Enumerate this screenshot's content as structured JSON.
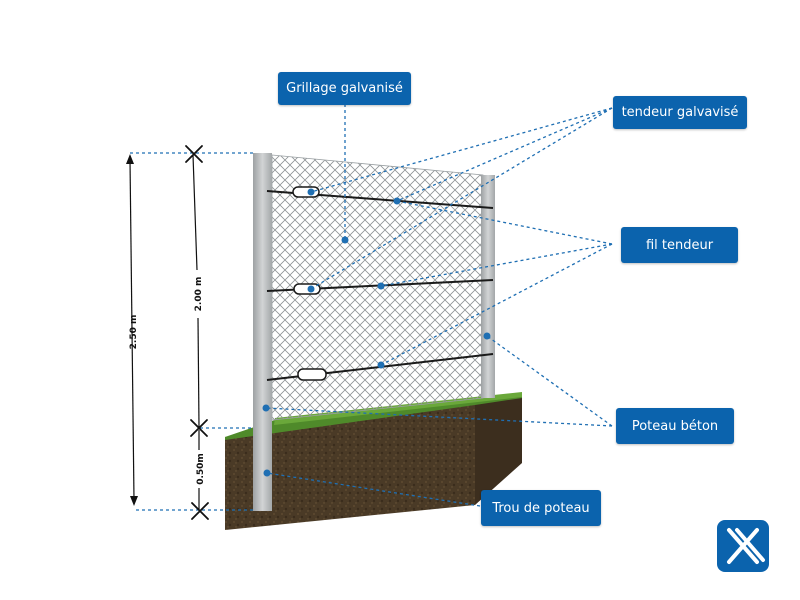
{
  "labels": {
    "grillage": "Grillage galvanisé",
    "tendeur": "tendeur galvavisé",
    "fil": "fil tendeur",
    "poteau": "Poteau béton",
    "trou": "Trou de poteau"
  },
  "dimensions": {
    "total": "2.50 m",
    "above_ground": "2.00 m",
    "below_ground": "0.50m"
  },
  "logo_icon": "brand-logo-icon",
  "colors": {
    "callout": "#0b63ad",
    "leader": "#1f6fb3",
    "post": "#b9bcbd",
    "grass": "#4f8a2a",
    "soil": "#4a3a26"
  }
}
